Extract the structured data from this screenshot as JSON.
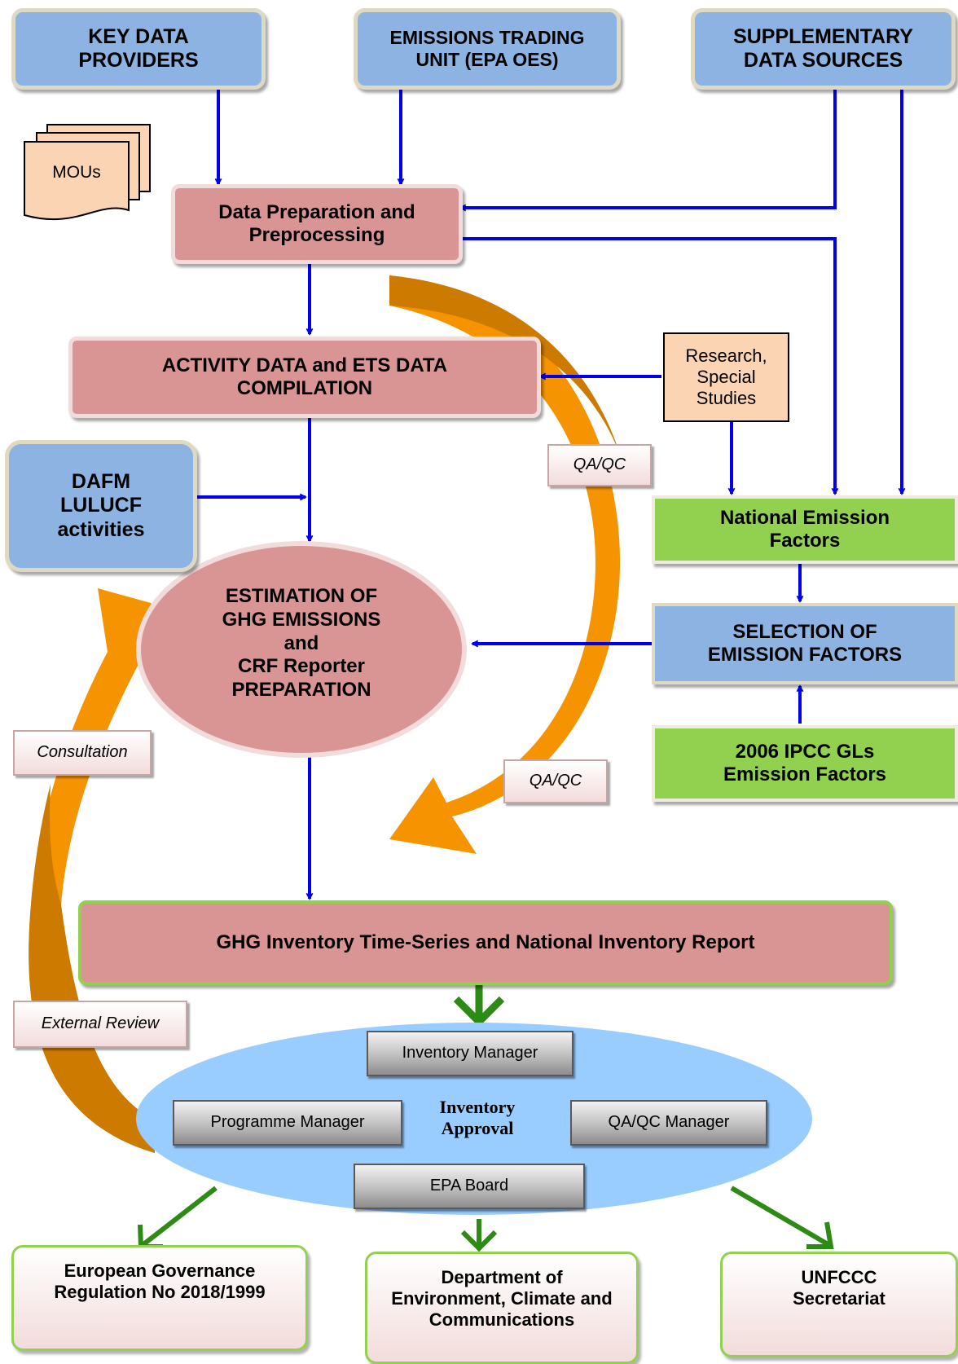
{
  "colors": {
    "flow_arrow": "#0000ee",
    "output_arrow": "#2d8a14",
    "feedback_arrow": "#f59300",
    "feedback_arrow_dark": "#cc7a00",
    "box_blue": "#8db3e2",
    "box_pink": "#d99594",
    "box_green": "#92d050",
    "ellipse_light_blue": "#99ccff"
  },
  "sources": {
    "key_data_providers": "KEY DATA PROVIDERS",
    "emissions_trading_unit": "EMISSIONS TRADING UNIT (EPA OES)",
    "supplementary_data_sources": "SUPPLEMENTARY DATA SOURCES"
  },
  "mous": "MOUs",
  "data_preparation": "Data Preparation and Preprocessing",
  "activity_data": "ACTIVITY DATA and ETS DATA COMPILATION",
  "research": "Research, Special Studies",
  "dafm": "DAFM LULUCF activities",
  "estimation": {
    "line1": "ESTIMATION OF",
    "line2": "GHG EMISSIONS",
    "line3": "and",
    "line4": "CRF Reporter",
    "line5": "PREPARATION"
  },
  "national_emission_factors": "National Emission Factors",
  "selection_emission_factors": "SELECTION OF EMISSION FACTORS",
  "ipcc_factors": "2006 IPCC GLs Emission Factors",
  "labels": {
    "qaqc_upper": "QA/QC",
    "qaqc_lower": "QA/QC",
    "consultation": "Consultation",
    "external_review": "External Review"
  },
  "inventory_report": "GHG Inventory Time-Series and National Inventory Report",
  "approval": {
    "center": "Inventory Approval",
    "inventory_manager": "Inventory Manager",
    "programme_manager": "Programme Manager",
    "qaqc_manager": "QA/QC Manager",
    "epa_board": "EPA Board"
  },
  "outputs": {
    "european": "European Governance Regulation No 2018/1999",
    "department": "Department of Environment, Climate and Communications",
    "unfccc": "UNFCCC Secretariat"
  }
}
